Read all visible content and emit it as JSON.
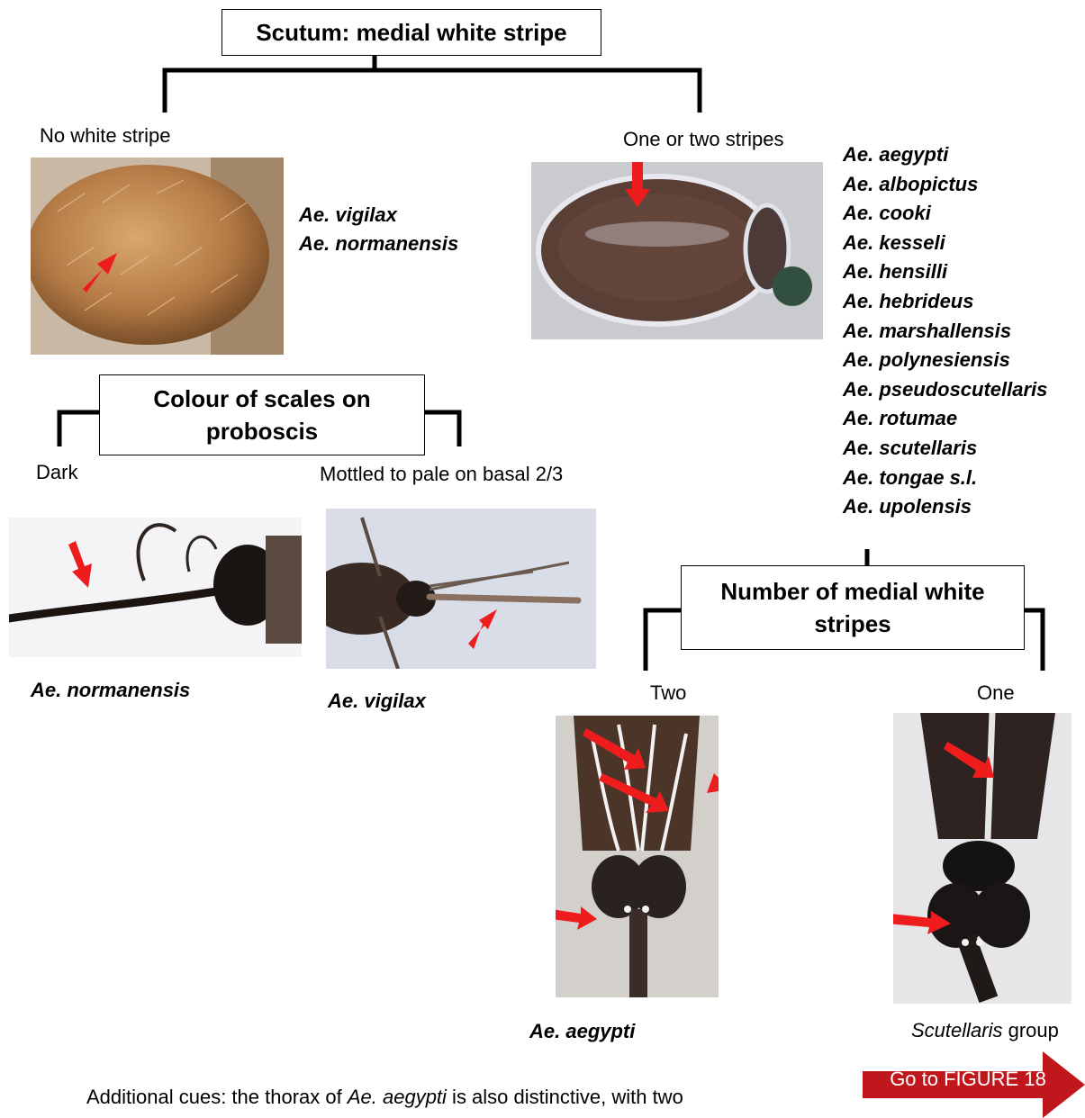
{
  "root_box": {
    "title": "Scutum: medial white stripe"
  },
  "branch_left": {
    "label": "No white stripe",
    "species": [
      "Ae. vigilax",
      "Ae. normanensis"
    ]
  },
  "branch_right": {
    "label": "One or two stripes",
    "species": [
      "Ae. aegypti",
      "Ae. albopictus",
      "Ae. cooki",
      "Ae. kesseli",
      "Ae. hensilli",
      "Ae. hebrideus",
      "Ae. marshallensis",
      "Ae. polynesiensis",
      "Ae. pseudoscutellaris",
      "Ae. rotumae",
      "Ae. scutellaris",
      "Ae. tongae s.l.",
      "Ae. upolensis"
    ]
  },
  "proboscis_box": {
    "title_line1": "Colour of scales on",
    "title_line2": "proboscis",
    "left_label": "Dark",
    "right_label": "Mottled to pale on basal 2/3",
    "left_species": "Ae. normanensis",
    "right_species": "Ae. vigilax"
  },
  "stripes_box": {
    "title_line1": "Number of medial white",
    "title_line2": "stripes",
    "left_label": "Two",
    "right_label": "One",
    "left_species": "Ae. aegypti",
    "right_species_italic": "Scutellaris",
    "right_species_rest": " group"
  },
  "footer": {
    "prefix": "Additional cues: the thorax of ",
    "species": "Ae. aegypti",
    "suffix": " is also distinctive, with two"
  },
  "goto_button": {
    "label": "Go to FIGURE 18"
  },
  "colors": {
    "arrow": "#ee1c1c",
    "goto_bg": "#c0171c",
    "line": "#000000"
  }
}
